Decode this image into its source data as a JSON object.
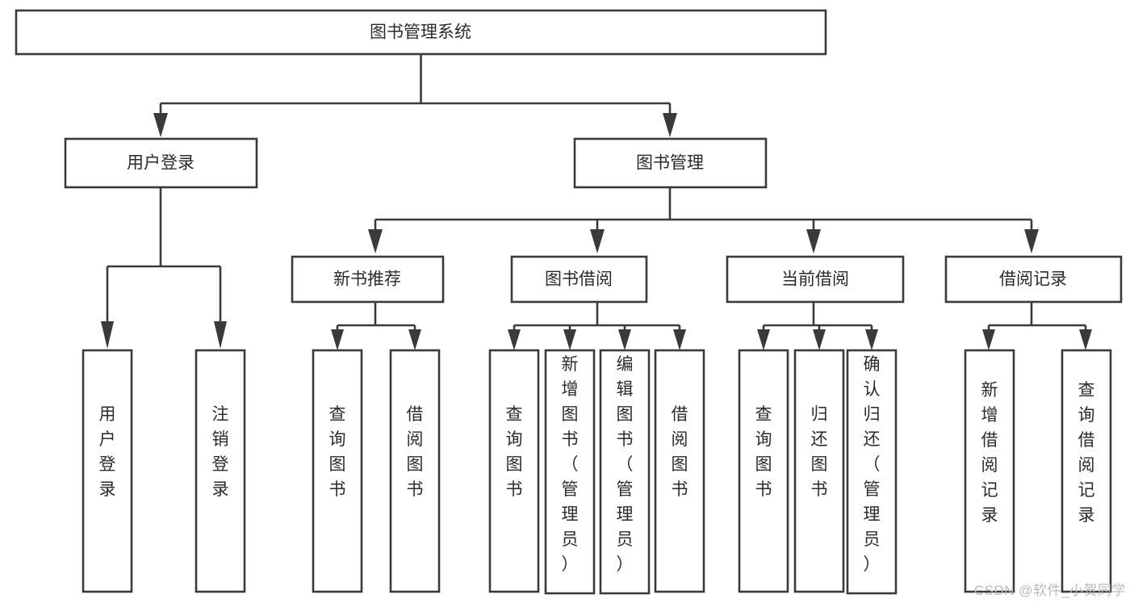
{
  "diagram": {
    "type": "tree-hierarchy",
    "title": "图书管理系统",
    "watermark": "CSDN @软件_小贺同学",
    "colors": {
      "background": "#ffffff",
      "stroke": "#3a3a3a",
      "fill": "#ffffff",
      "text": "#2b2b2b",
      "watermark": "#b9b9b9"
    },
    "root": {
      "id": "root",
      "label": "图书管理系统",
      "orientation": "horizontal"
    },
    "level2": [
      {
        "id": "user-login",
        "label": "用户登录",
        "orientation": "horizontal"
      },
      {
        "id": "book-management",
        "label": "图书管理",
        "orientation": "horizontal"
      }
    ],
    "level3": [
      {
        "id": "new-book-recommend",
        "label": "新书推荐",
        "orientation": "horizontal",
        "parent": "book-management"
      },
      {
        "id": "book-borrow",
        "label": "图书借阅",
        "orientation": "horizontal",
        "parent": "book-management"
      },
      {
        "id": "current-borrow",
        "label": "当前借阅",
        "orientation": "horizontal",
        "parent": "book-management"
      },
      {
        "id": "borrow-record",
        "label": "借阅记录",
        "orientation": "horizontal",
        "parent": "book-management"
      }
    ],
    "leaves": [
      {
        "id": "leaf-user-login",
        "label": "用户登录",
        "orientation": "vertical",
        "parent": "user-login"
      },
      {
        "id": "leaf-logout",
        "label": "注销登录",
        "orientation": "vertical",
        "parent": "user-login"
      },
      {
        "id": "leaf-query-book-1",
        "label": "查询图书",
        "orientation": "vertical",
        "parent": "new-book-recommend"
      },
      {
        "id": "leaf-borrow-book-1",
        "label": "借阅图书",
        "orientation": "vertical",
        "parent": "new-book-recommend"
      },
      {
        "id": "leaf-query-book-2",
        "label": "查询图书",
        "orientation": "vertical",
        "parent": "book-borrow"
      },
      {
        "id": "leaf-add-book",
        "label": "新增图书（管理员）",
        "orientation": "vertical",
        "parent": "book-borrow"
      },
      {
        "id": "leaf-edit-book",
        "label": "编辑图书（管理员）",
        "orientation": "vertical",
        "parent": "book-borrow"
      },
      {
        "id": "leaf-borrow-book-2",
        "label": "借阅图书",
        "orientation": "vertical",
        "parent": "book-borrow"
      },
      {
        "id": "leaf-query-book-3",
        "label": "查询图书",
        "orientation": "vertical",
        "parent": "current-borrow"
      },
      {
        "id": "leaf-return-book",
        "label": "归还图书",
        "orientation": "vertical",
        "parent": "current-borrow"
      },
      {
        "id": "leaf-confirm-return",
        "label": "确认归还（管理员）",
        "orientation": "vertical",
        "parent": "current-borrow"
      },
      {
        "id": "leaf-add-record",
        "label": "新增借阅记录",
        "orientation": "vertical",
        "parent": "borrow-record"
      },
      {
        "id": "leaf-query-record",
        "label": "查询借阅记录",
        "orientation": "vertical",
        "parent": "borrow-record"
      }
    ]
  }
}
